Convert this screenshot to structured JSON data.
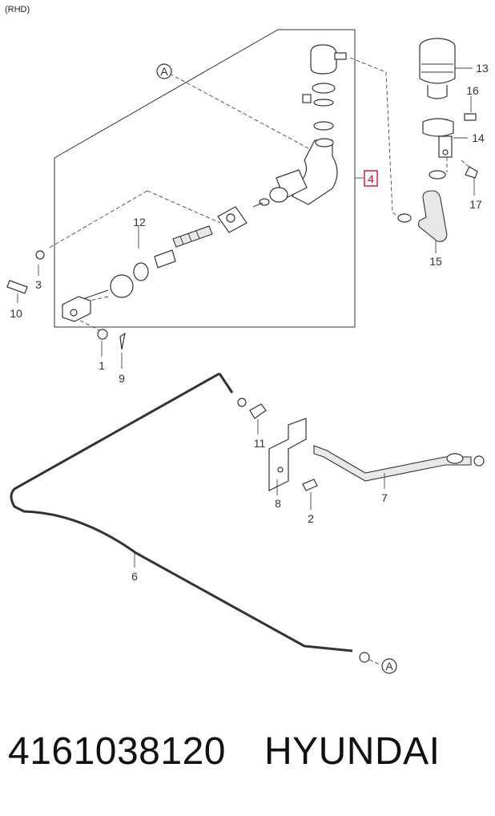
{
  "note": "(RHD)",
  "callouts": {
    "ref_a": "A",
    "p1": "1",
    "p2": "2",
    "p3": "3",
    "p4": "4",
    "p6": "6",
    "p7": "7",
    "p8": "8",
    "p9": "9",
    "p10": "10",
    "p11": "11",
    "p12": "12",
    "p13": "13",
    "p14": "14",
    "p15": "15",
    "p16": "16",
    "p17": "17"
  },
  "part_number": "4161038120",
  "brand": "HYUNDAI",
  "colors": {
    "highlight": "#c8102e",
    "line": "#333333"
  }
}
